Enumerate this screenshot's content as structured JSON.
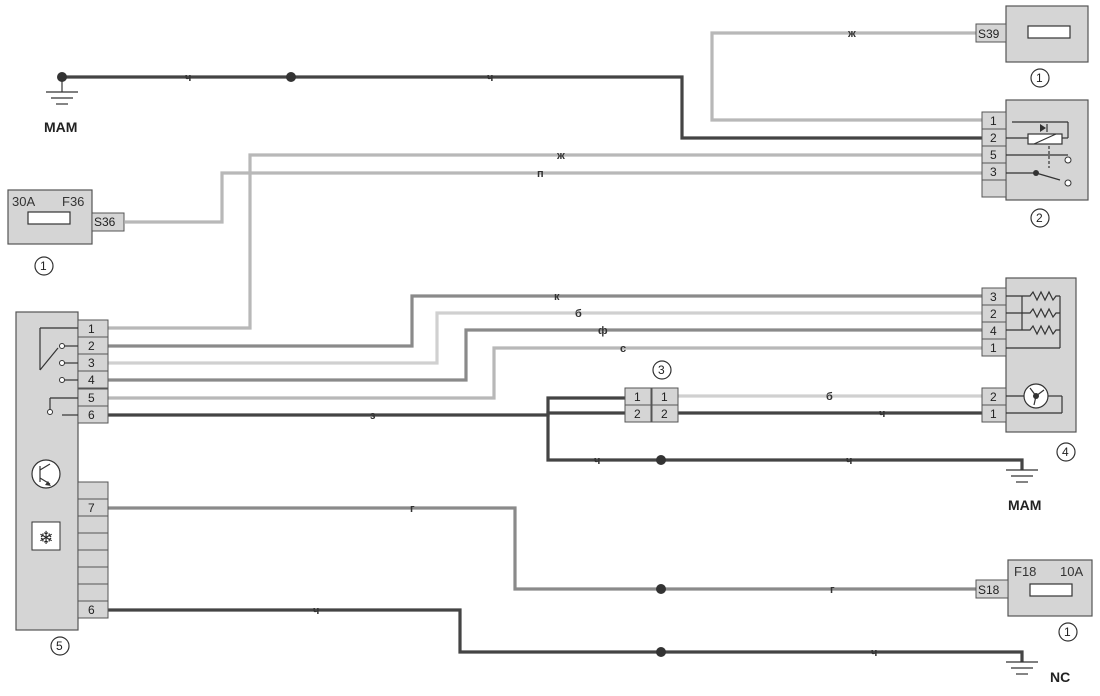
{
  "wire_colors": {
    "black": "#444444",
    "green": "#8a8a8a",
    "yellow": "#b8b8b8",
    "white": "#d0d0d0"
  },
  "ground_top": {
    "label": "MAM"
  },
  "ground_mid": {
    "label": "MAM"
  },
  "ground_bottom": {
    "label": "NC"
  },
  "wire_labels": {
    "top_black_1": "ч",
    "top_black_2": "ч",
    "yellow_top": "ж",
    "yellow_relay": "ж",
    "pink_relay": "п",
    "brown": "к",
    "white_1": "б",
    "violet": "ф",
    "grey": "с",
    "green_6": "з",
    "white_fan": "б",
    "black_fan": "ч",
    "black_gnd_1": "ч",
    "black_gnd_2": "ч",
    "blue_1": "г",
    "blue_2": "г",
    "black_nc_1": "ч",
    "black_nc_2": "ч"
  },
  "fuse_s39": {
    "terminal": "S39",
    "callout": "1"
  },
  "fuse_f36": {
    "rating": "30A",
    "name": "F36",
    "terminal": "S36",
    "callout": "1"
  },
  "fuse_f18": {
    "rating": "10A",
    "name": "F18",
    "terminal": "S18",
    "callout": "1"
  },
  "relay": {
    "callout": "2",
    "pins": [
      "1",
      "2",
      "5",
      "3"
    ]
  },
  "connector": {
    "callout": "3",
    "left_pins": [
      "1",
      "2"
    ],
    "right_pins": [
      "1",
      "2"
    ]
  },
  "heater_fan": {
    "callout": "4",
    "resistor_pins": [
      "3",
      "2",
      "4",
      "1"
    ],
    "fan_pins": [
      "2",
      "1"
    ]
  },
  "switch_unit": {
    "callout": "5",
    "pins": [
      "1",
      "2",
      "3",
      "4",
      "5",
      "6"
    ],
    "lower_pins": [
      "7",
      "6"
    ]
  }
}
